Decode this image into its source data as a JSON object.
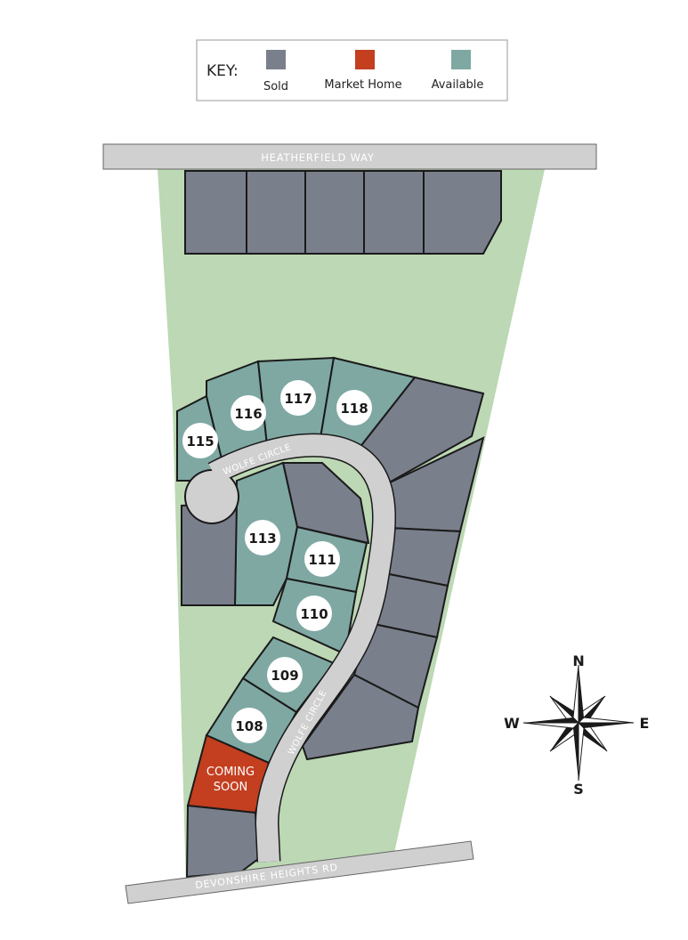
{
  "key": {
    "title": "KEY:",
    "items": [
      {
        "label": "Sold",
        "color": "#7a7f8c"
      },
      {
        "label": "Market Home",
        "color": "#c33f20"
      },
      {
        "label": "Available",
        "color": "#7fa8a3"
      }
    ]
  },
  "roads": {
    "top": "HEATHERFIELD WAY",
    "circle_upper": "WOLFE CIRCLE",
    "circle_lower": "WOLFE CIRCLE",
    "bottom": "DEVONSHIRE HEIGHTS RD"
  },
  "lots": {
    "l115": "115",
    "l116": "116",
    "l117": "117",
    "l118": "118",
    "l113": "113",
    "l111": "111",
    "l110": "110",
    "l109": "109",
    "l108": "108",
    "coming_soon_line1": "COMING",
    "coming_soon_line2": "SOON"
  },
  "compass": {
    "n": "N",
    "s": "S",
    "e": "E",
    "w": "W"
  },
  "colors": {
    "sold": "#7a7f8c",
    "available": "#7fa8a3",
    "market": "#c33f20",
    "green_space": "#bcd8b4",
    "road": "#d0d0d0",
    "outline": "#1a1a1a"
  }
}
